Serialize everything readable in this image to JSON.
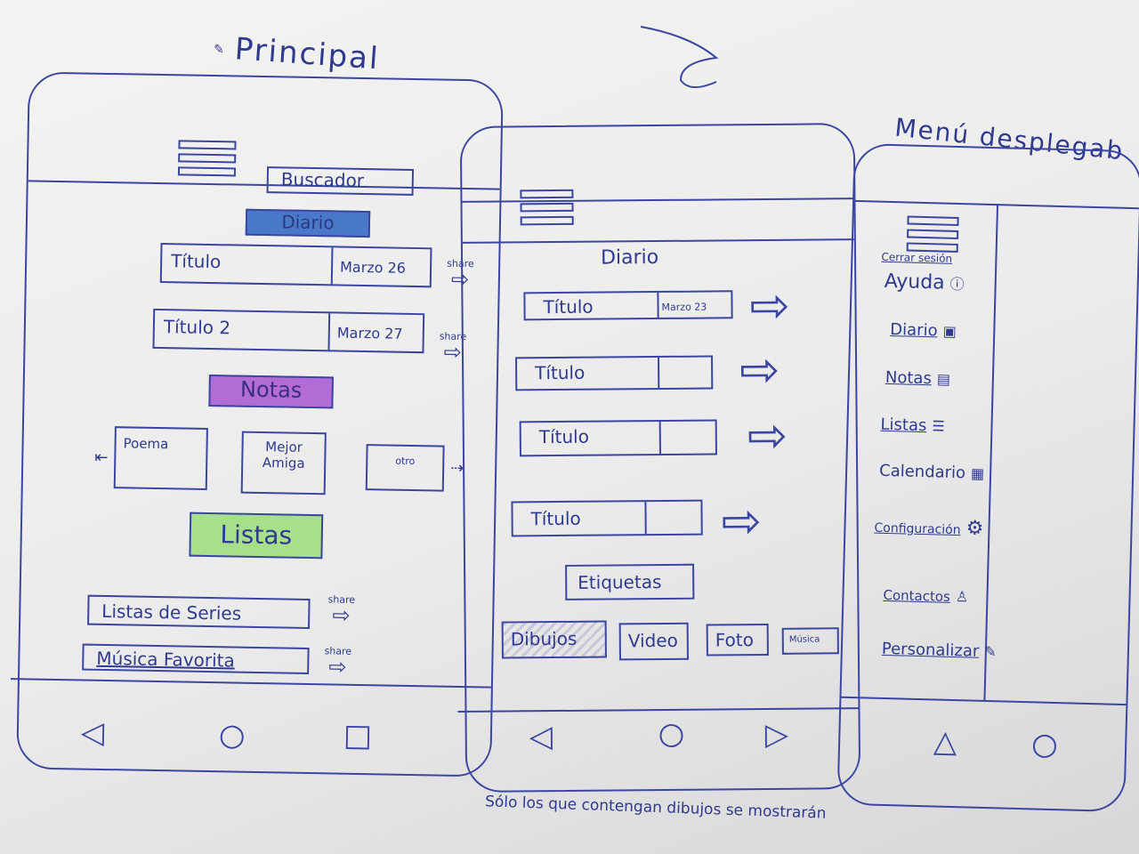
{
  "page": {
    "title_principal": "Principal",
    "title_menu": "Menú desplegab",
    "footnote": "Sólo los que contengan dibujos se mostrarán"
  },
  "principal": {
    "search_label": "Buscador",
    "diario_label": "Diario",
    "entries": [
      {
        "title": "Título",
        "date": "Marzo 26",
        "share": "share"
      },
      {
        "title": "Título 2",
        "date": "Marzo 27",
        "share": "share"
      }
    ],
    "notas_label": "Notas",
    "notas_items": [
      "Poema",
      "Mejor Amiga",
      "otro"
    ],
    "listas_label": "Listas",
    "listas_items": [
      {
        "title": "Listas de Series",
        "share": "share"
      },
      {
        "title": "Música Favorita",
        "share": "share"
      }
    ]
  },
  "diario": {
    "header": "Diario",
    "entries": [
      {
        "title": "Título",
        "date": "Marzo 23"
      },
      {
        "title": "Título",
        "date": ""
      },
      {
        "title": "Título",
        "date": ""
      },
      {
        "title": "Título",
        "date": ""
      }
    ],
    "tags_label": "Etiquetas",
    "tags": [
      "Dibujos",
      "Video",
      "Foto",
      "Música"
    ]
  },
  "menu": {
    "close_session": "Cerrar sesión",
    "items": [
      {
        "label": "Ayuda",
        "icon": "help-icon"
      },
      {
        "label": "Diario",
        "icon": "book-icon"
      },
      {
        "label": "Notas",
        "icon": "note-icon"
      },
      {
        "label": "Listas",
        "icon": "list-icon"
      },
      {
        "label": "Calendario",
        "icon": "calendar-icon"
      },
      {
        "label": "Configuración",
        "icon": "gear-icon"
      },
      {
        "label": "Contactos",
        "icon": "person-icon"
      },
      {
        "label": "Personalizar",
        "icon": "brush-icon"
      }
    ]
  },
  "colors": {
    "ink": "#2f3a8f",
    "diario_highlight": "#4a78c8",
    "notas_highlight": "#b36bd6",
    "listas_highlight": "#a6e08a"
  }
}
